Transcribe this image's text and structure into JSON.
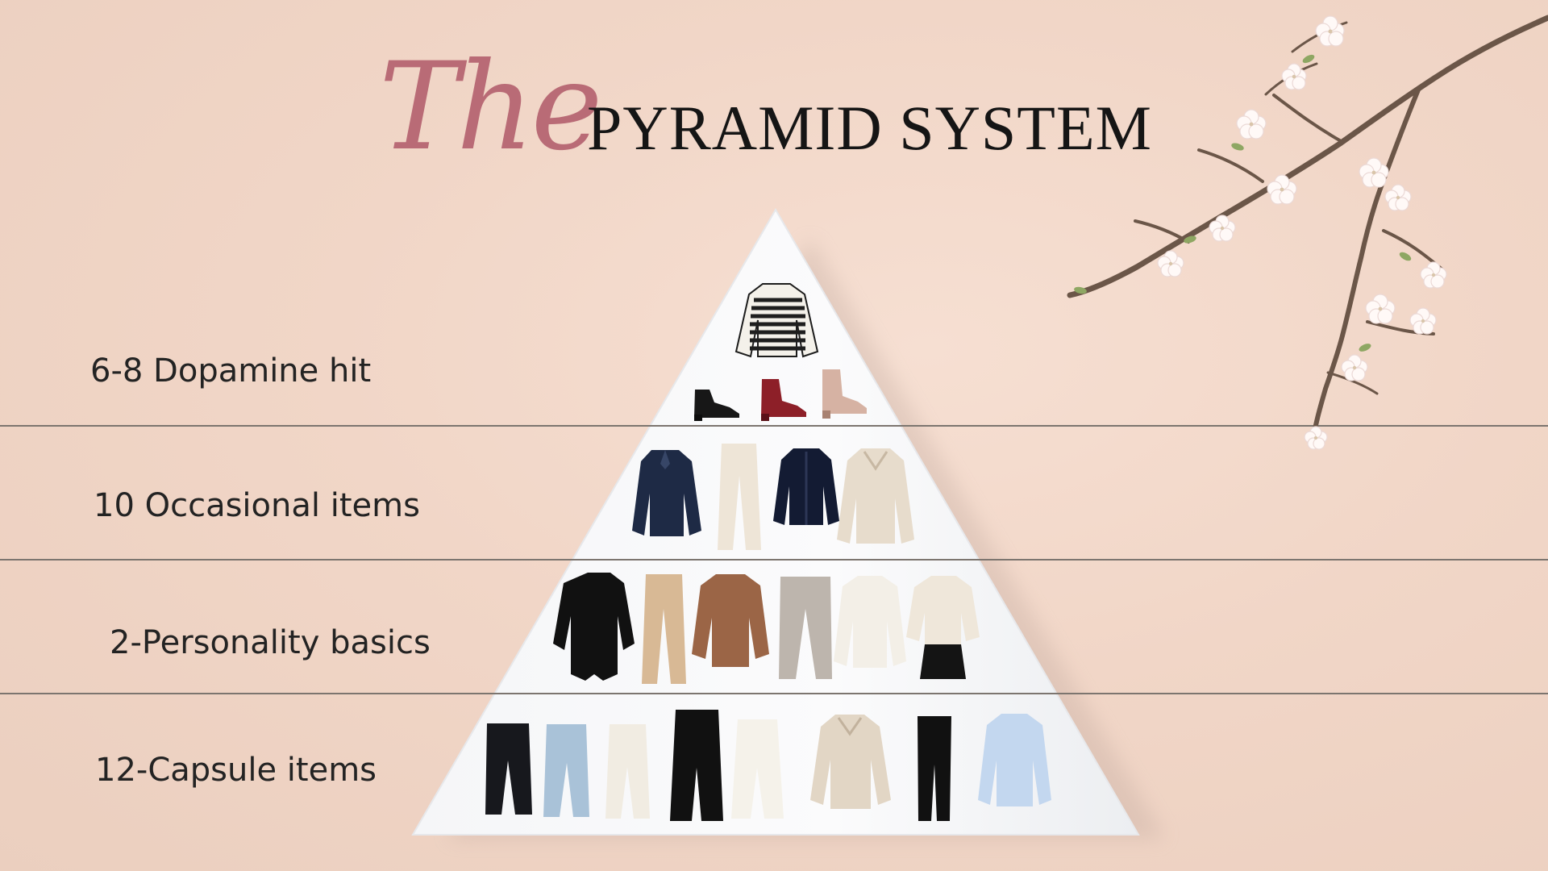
{
  "title": {
    "script": "The",
    "main": "PYRAMID SYSTEM"
  },
  "tiers": [
    {
      "label": "6-8 Dopamine hit"
    },
    {
      "label": "10  Occasional items"
    },
    {
      "label": "2-Personality basics"
    },
    {
      "label": "12-Capsule items"
    }
  ],
  "colors": {
    "background": "#f1d6c7",
    "pyramid": "#f7f8fa",
    "title_script": "#b96b76",
    "text": "#232323",
    "divider": "#7c756f",
    "branch": "#6b5648"
  }
}
